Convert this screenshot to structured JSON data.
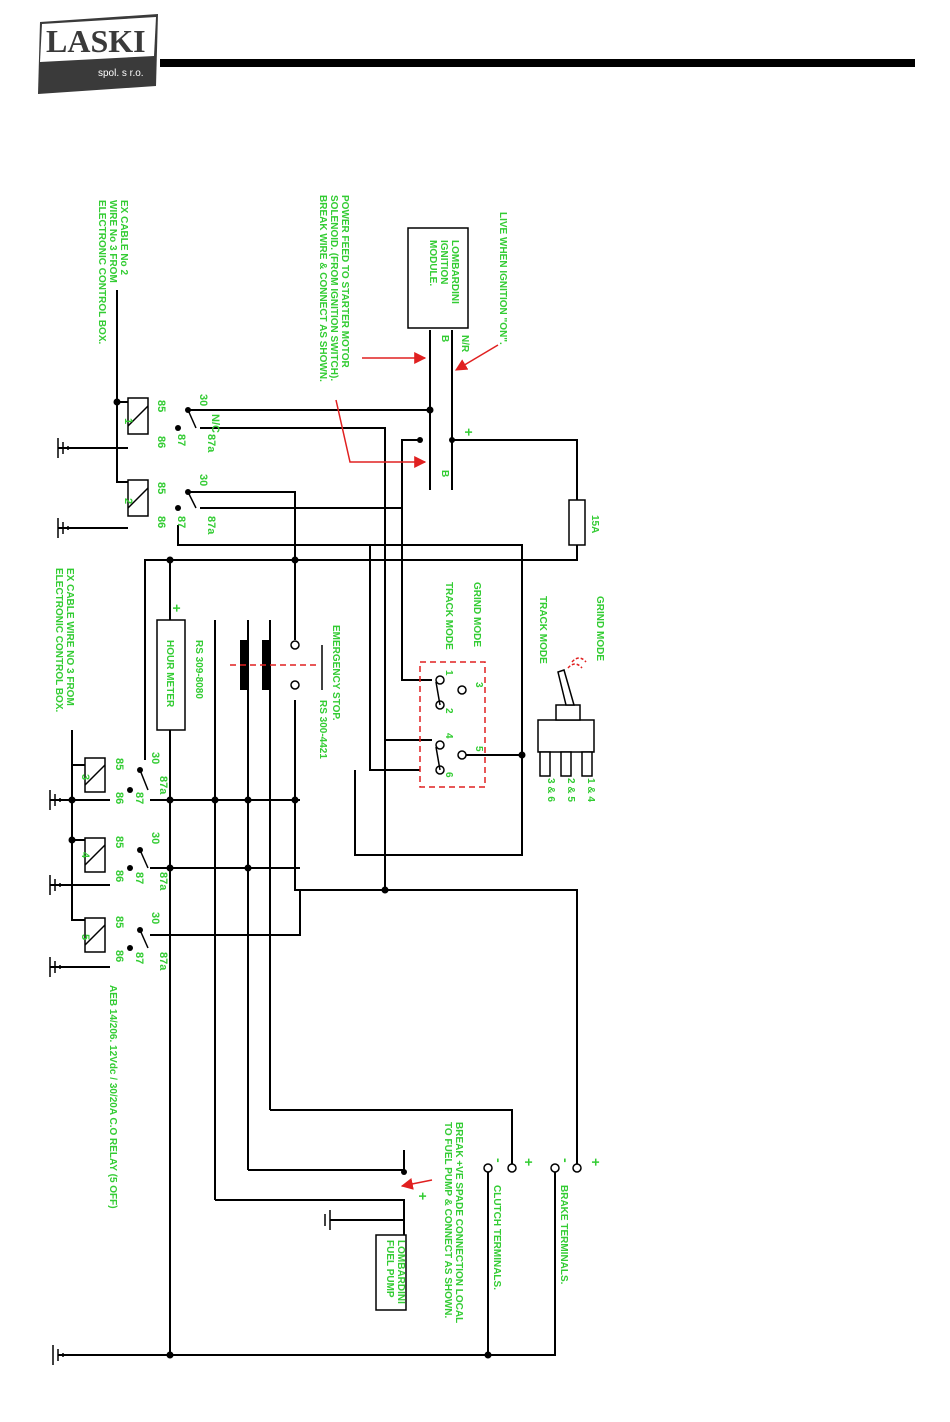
{
  "logo": {
    "name": "LASKI",
    "sub": "spol. s r.o."
  },
  "labels": {
    "ex_cable_2": [
      "EX CABLE No 2",
      "WIRE No 3 FROM",
      "ELECTRONIC CONTROL BOX."
    ],
    "ex_cable_3": [
      "EX CABLE WIRE NO 3 FROM",
      "ELECTRONIC CONTROL BOX."
    ],
    "power_feed": [
      "POWER FEED TO STARTER MOTOR",
      "SOLENOID. (FROM IGNITION SWITCH).",
      "BREAK WIRE & CONNECT AS SHOWN."
    ],
    "live_ign": "LIVE WHEN IGNITION \"ON\".",
    "module": [
      "LOMBARDINI",
      "IGNITION",
      "MODULE."
    ],
    "fuse": "15A",
    "grind_mode": "GRIND MODE",
    "track_mode": "TRACK MODE",
    "hour_meter": "HOUR METER",
    "hour_meter_part": "RS 309-8080",
    "emergency_stop": "EMERGENCY STOP.",
    "estop_part": "RS 300-4421",
    "switch_pins": [
      "1 & 4",
      "2 & 5",
      "3 & 6"
    ],
    "relay_desc": "AEB 14/206. 12Vdc / 30/20A C.O RELAY (5 OFF)",
    "fuel_pump": [
      "LOMBARDINI",
      "FUEL PUMP"
    ],
    "break_spade": [
      "BREAK +VE SPADE CONNECTION LOCAL",
      "TO FUEL PUMP & CONNECT AS SHOWN."
    ],
    "clutch": "CLUTCH TERMINALS.",
    "brake": "BRAKE TERMINALS.",
    "nr": "N/R",
    "b": "B",
    "plus": "+",
    "minus": "-"
  },
  "relays": [
    {
      "num": "1",
      "p85": "85",
      "p86": "86",
      "p30": "30",
      "p87": "87",
      "p87a": "87a",
      "nc": "N/C"
    },
    {
      "num": "2",
      "p85": "85",
      "p86": "86",
      "p30": "30",
      "p87": "87",
      "p87a": "87a"
    },
    {
      "num": "3",
      "p85": "85",
      "p86": "86",
      "p30": "30",
      "p87": "87",
      "p87a": "87a"
    },
    {
      "num": "4",
      "p85": "85",
      "p86": "86",
      "p30": "30",
      "p87": "87",
      "p87a": "87a"
    },
    {
      "num": "5",
      "p85": "85",
      "p86": "86",
      "p30": "30",
      "p87": "87",
      "p87a": "87a"
    }
  ],
  "switch_terminals": [
    "1",
    "2",
    "3",
    "4",
    "5",
    "6"
  ],
  "colors": {
    "label": "#33cc33",
    "annotation": "#e02020",
    "wire": "#000000"
  }
}
